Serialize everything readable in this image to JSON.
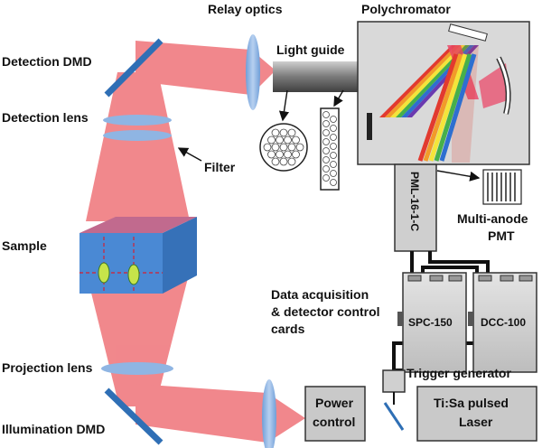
{
  "labels": {
    "relay_optics": "Relay optics",
    "polychromator": "Polychromator",
    "detection_dmd": "Detection DMD",
    "light_guide": "Light guide",
    "detection_lens": "Detection lens",
    "filter": "Filter",
    "sample": "Sample",
    "pml": "PML-16-1-C",
    "multi_anode_1": "Multi-anode",
    "multi_anode_2": "PMT",
    "daq_1": "Data acquisition",
    "daq_2": "& detector control",
    "daq_3": "cards",
    "spc": "SPC-150",
    "dcc": "DCC-100",
    "projection_lens": "Projection lens",
    "trigger": "Trigger generator",
    "illumination_dmd": "Illumination DMD",
    "power_1": "Power",
    "power_2": "control",
    "laser_1": "Ti:Sa pulsed",
    "laser_2": "Laser"
  },
  "colors": {
    "beam": "#f07b80",
    "lens": "#8fb5e3",
    "mirror": "#2f6fb5",
    "box_fill": "#d7d7d7",
    "box_stroke": "#333333"
  },
  "icons": {
    "spectrum": "rainbow-dispersion",
    "fiber": "fiber-bundle-cross-section"
  }
}
